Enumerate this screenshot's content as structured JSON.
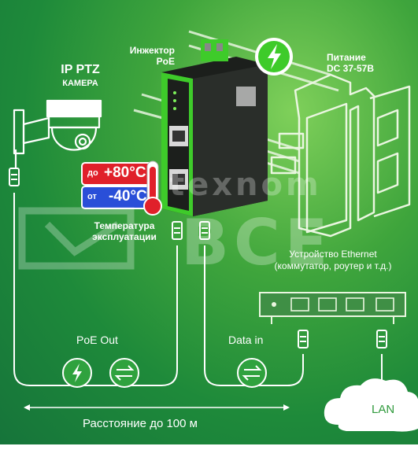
{
  "labels": {
    "ip_ptz": "IP PTZ",
    "camera": "КАМЕРА",
    "injector_line1": "Инжектор",
    "injector_line2": "PoE",
    "power_line1": "Питание",
    "power_line2": "DC 37-57В",
    "temp_line1": "Температура",
    "temp_line2": "эксплуатации",
    "ethernet_line1": "Устройство Ethernet",
    "ethernet_line2": "(коммутатор, роутер и т.д.)",
    "poe_out": "PoE Out",
    "data_in": "Data in",
    "distance": "Расстояние до 100 м",
    "lan": "LAN"
  },
  "temperature": {
    "max_prefix": "до",
    "max_value": "+80°C",
    "min_prefix": "от",
    "min_value": "-40°C"
  },
  "watermark": {
    "brand": "texnom",
    "mark": "ВСЕ"
  },
  "colors": {
    "bg_light": "#7fd05a",
    "bg_dark": "#16743a",
    "hot": "#e0202a",
    "cold": "#2a4fd8",
    "device_body": "#1c1f1c",
    "device_accent": "#4fd02a"
  }
}
